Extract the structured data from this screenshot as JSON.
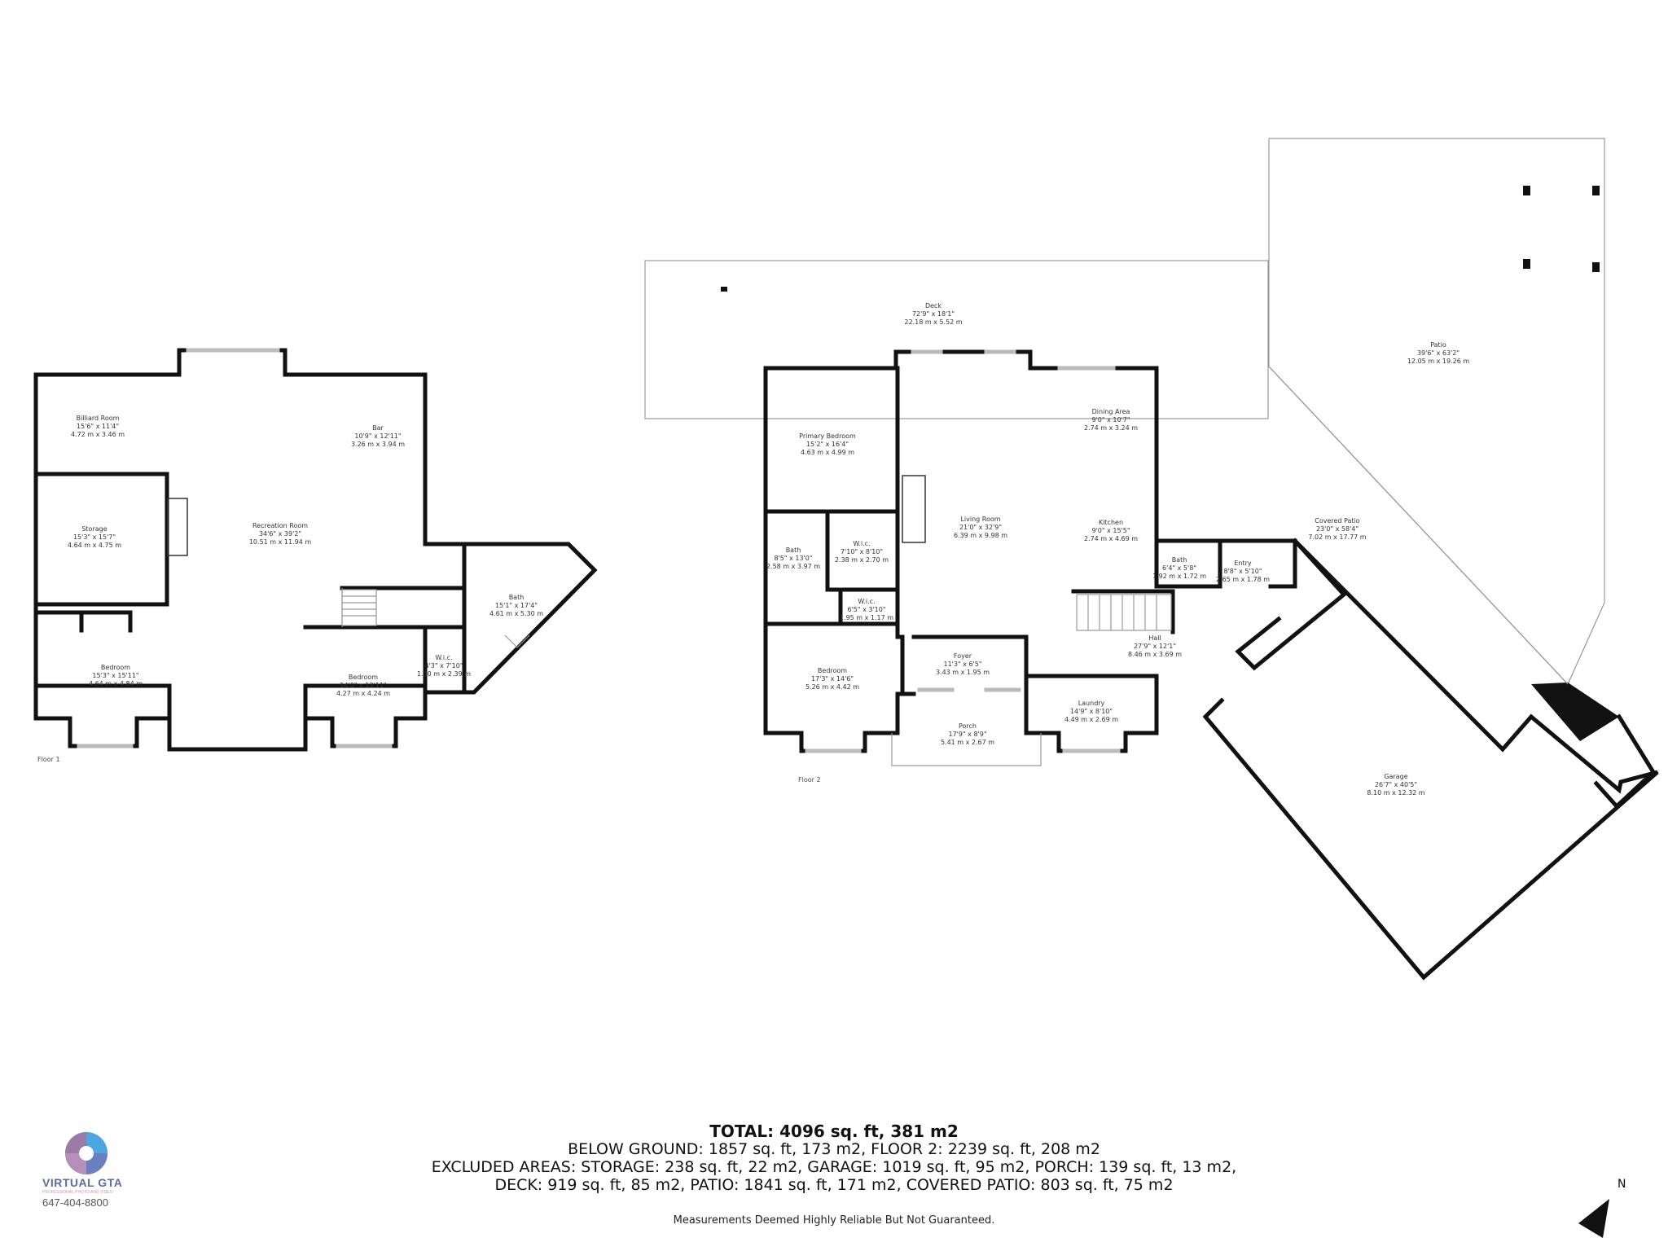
{
  "rooms": {
    "billiard": {
      "name": "Billiard Room",
      "imperial": "15'6\" x 11'4\"",
      "metric": "4.72 m x 3.46 m"
    },
    "bar": {
      "name": "Bar",
      "imperial": "10'9\" x 12'11\"",
      "metric": "3.26 m x 3.94 m"
    },
    "storage": {
      "name": "Storage",
      "imperial": "15'3\" x 15'7\"",
      "metric": "4.64 m x 4.75 m"
    },
    "recreation": {
      "name": "Recreation Room",
      "imperial": "34'6\" x 39'2\"",
      "metric": "10.51 m x 11.94 m"
    },
    "bath1": {
      "name": "Bath",
      "imperial": "15'1\" x 17'4\"",
      "metric": "4.61 m x 5.30 m"
    },
    "bedroom1a": {
      "name": "Bedroom",
      "imperial": "15'3\" x 15'11\"",
      "metric": "4.64 m x 4.84 m"
    },
    "bedroom1b": {
      "name": "Bedroom",
      "imperial": "14'0\" x 13'11\"",
      "metric": "4.27 m x 4.24 m"
    },
    "wic1": {
      "name": "W.i.c.",
      "imperial": "4'3\" x 7'10\"",
      "metric": "1.30 m x 2.39 m"
    },
    "deck": {
      "name": "Deck",
      "imperial": "72'9\" x 18'1\"",
      "metric": "22.18 m x 5.52 m"
    },
    "patio": {
      "name": "Patio",
      "imperial": "39'6\" x 63'2\"",
      "metric": "12.05 m x 19.26 m"
    },
    "primary": {
      "name": "Primary Bedroom",
      "imperial": "15'2\" x 16'4\"",
      "metric": "4.63 m x 4.99 m"
    },
    "dining": {
      "name": "Dining Area",
      "imperial": "9'0\" x 10'7\"",
      "metric": "2.74 m x 3.24 m"
    },
    "living": {
      "name": "Living Room",
      "imperial": "21'0\" x 32'9\"",
      "metric": "6.39 m x 9.98 m"
    },
    "kitchen": {
      "name": "Kitchen",
      "imperial": "9'0\" x 15'5\"",
      "metric": "2.74 m x 4.69 m"
    },
    "covered": {
      "name": "Covered Patio",
      "imperial": "23'0\" x 58'4\"",
      "metric": "7.02 m x 17.77 m"
    },
    "bath2a": {
      "name": "Bath",
      "imperial": "8'5\" x 13'0\"",
      "metric": "2.58 m x 3.97 m"
    },
    "wic2a": {
      "name": "W.i.c.",
      "imperial": "7'10\" x 8'10\"",
      "metric": "2.38 m x 2.70 m"
    },
    "bath2b": {
      "name": "Bath",
      "imperial": "6'4\" x 5'8\"",
      "metric": "1.92 m x 1.72 m"
    },
    "entry": {
      "name": "Entry",
      "imperial": "8'8\" x 5'10\"",
      "metric": "2.65 m x 1.78 m"
    },
    "wic2b": {
      "name": "W.i.c.",
      "imperial": "6'5\" x 3'10\"",
      "metric": "1.95 m x 1.17 m"
    },
    "hall": {
      "name": "Hall",
      "imperial": "27'9\" x 12'1\"",
      "metric": "8.46 m x 3.69 m"
    },
    "foyer": {
      "name": "Foyer",
      "imperial": "11'3\" x 6'5\"",
      "metric": "3.43 m x 1.95 m"
    },
    "bedroom2": {
      "name": "Bedroom",
      "imperial": "17'3\" x 14'6\"",
      "metric": "5.26 m x 4.42 m"
    },
    "laundry": {
      "name": "Laundry",
      "imperial": "14'9\" x 8'10\"",
      "metric": "4.49 m x 2.69 m"
    },
    "porch": {
      "name": "Porch",
      "imperial": "17'9\" x 8'9\"",
      "metric": "5.41 m x 2.67 m"
    },
    "garage": {
      "name": "Garage",
      "imperial": "26'7\" x 40'5\"",
      "metric": "8.10 m x 12.32 m"
    }
  },
  "floors": {
    "floor1": "Floor 1",
    "floor2": "Floor 2"
  },
  "summary": {
    "total": "TOTAL: 4096 sq. ft, 381 m2",
    "line1": "BELOW GROUND: 1857 sq. ft, 173 m2, FLOOR 2: 2239 sq. ft, 208 m2",
    "line2": "EXCLUDED AREAS: STORAGE: 238 sq. ft, 22 m2, GARAGE: 1019 sq. ft, 95 m2, PORCH: 139 sq. ft, 13 m2,",
    "line3": "DECK: 919 sq. ft, 85 m2, PATIO: 1841 sq. ft, 171 m2, COVERED PATIO: 803 sq. ft, 75 m2"
  },
  "disclaimer": "Measurements Deemed Highly Reliable But Not Guaranteed.",
  "logo": {
    "brand": "VIRTUAL GTA",
    "tagline": "PROFESSIONAL PHOTO AND VIDEO",
    "phone": "647-404-8800",
    "icon": "camera-aperture-icon"
  },
  "compass": {
    "label": "N",
    "icon": "north-arrow-icon"
  }
}
